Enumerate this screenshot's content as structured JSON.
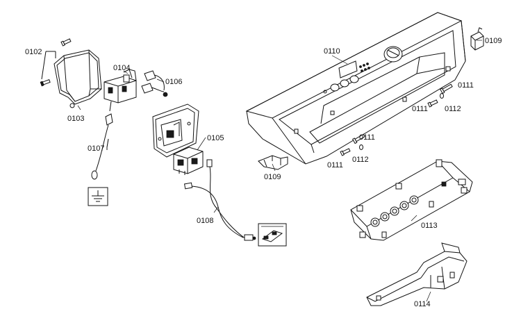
{
  "diagram": {
    "part_labels": {
      "p0102": "0102",
      "p0103": "0103",
      "p0104": "0104",
      "p0106": "0106",
      "p0107": "0107",
      "p0105": "0105",
      "p0108": "0108",
      "p0110": "0110",
      "p0109_top": "0109",
      "p0109_bottom": "0109",
      "p0111_a": "0111",
      "p0111_b": "0111",
      "p0112_a": "0112",
      "p0111_c": "0111",
      "p0111_d": "0111",
      "p0112_b": "0112",
      "p0113": "0113",
      "p0114": "0114"
    },
    "icons": [
      "ground-symbol-icon"
    ]
  }
}
